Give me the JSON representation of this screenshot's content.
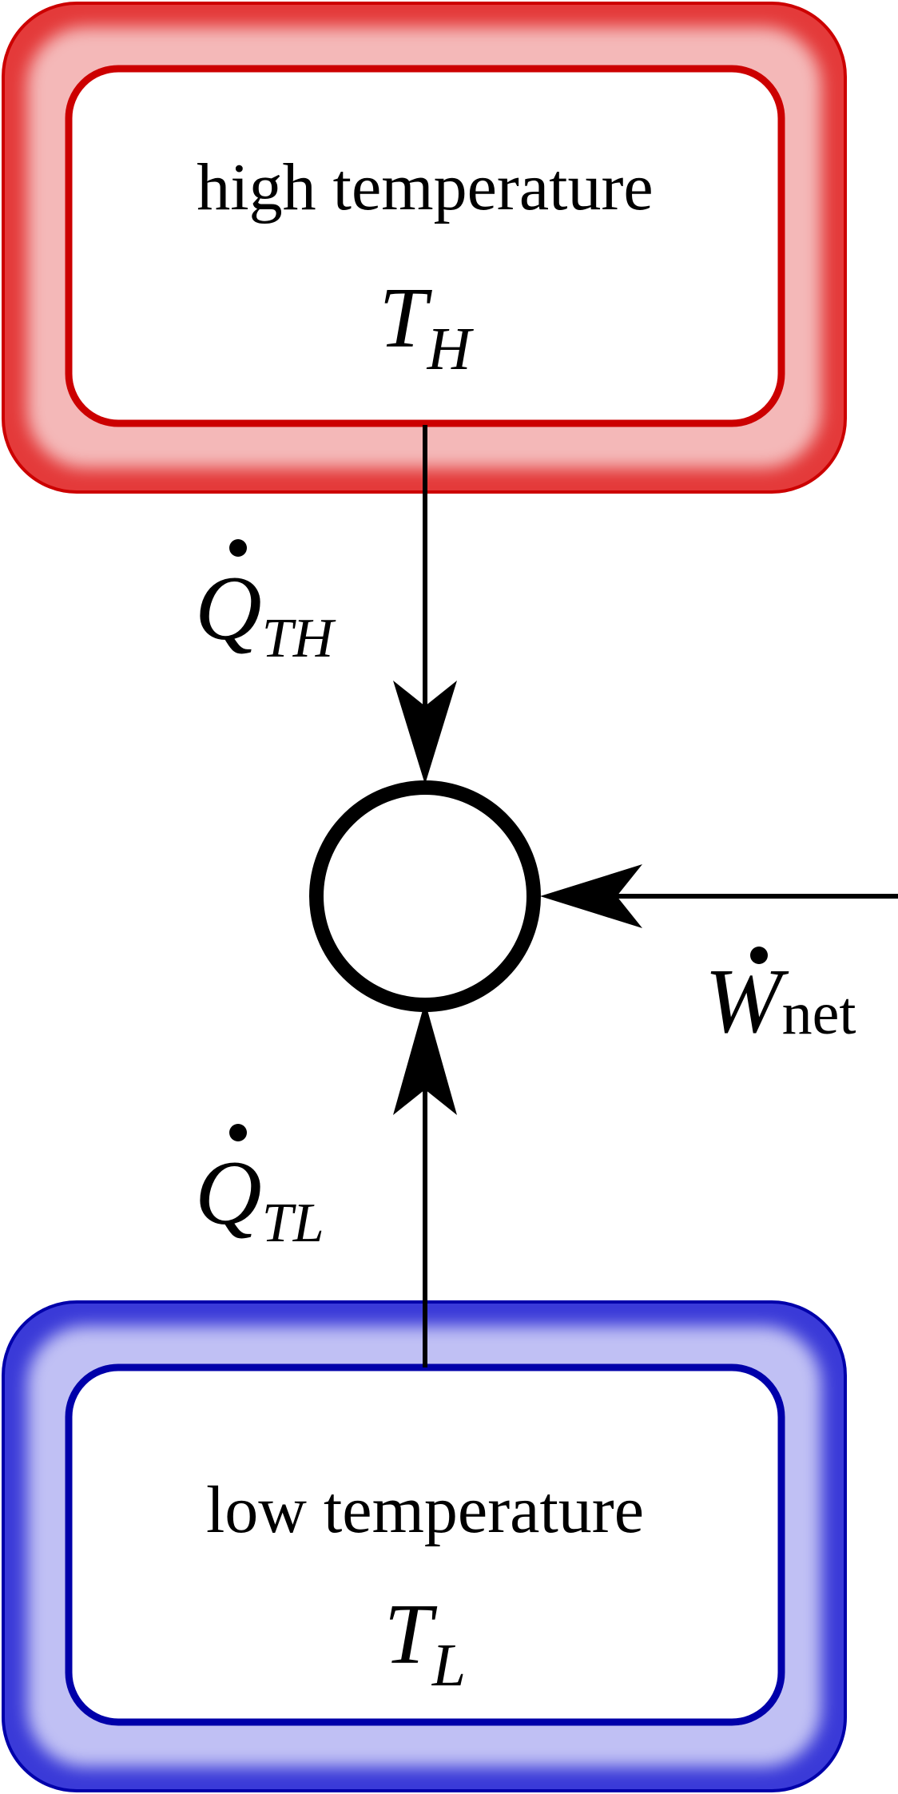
{
  "diagram": {
    "hot_reservoir": {
      "label": "high temperature",
      "symbol": "T",
      "subscript": "H",
      "color": "#cc0000"
    },
    "cold_reservoir": {
      "label": "low temperature",
      "symbol": "T",
      "subscript": "L",
      "color": "#0000aa"
    },
    "heat_in_hot": {
      "symbol": "Q",
      "subscript": "TH"
    },
    "heat_in_cold": {
      "symbol": "Q",
      "subscript": "TL"
    },
    "work_in": {
      "symbol": "W",
      "subscript": "net"
    },
    "colors": {
      "stroke": "#000000",
      "hot_glow": "#e03030",
      "cold_glow": "#3030d0"
    }
  }
}
